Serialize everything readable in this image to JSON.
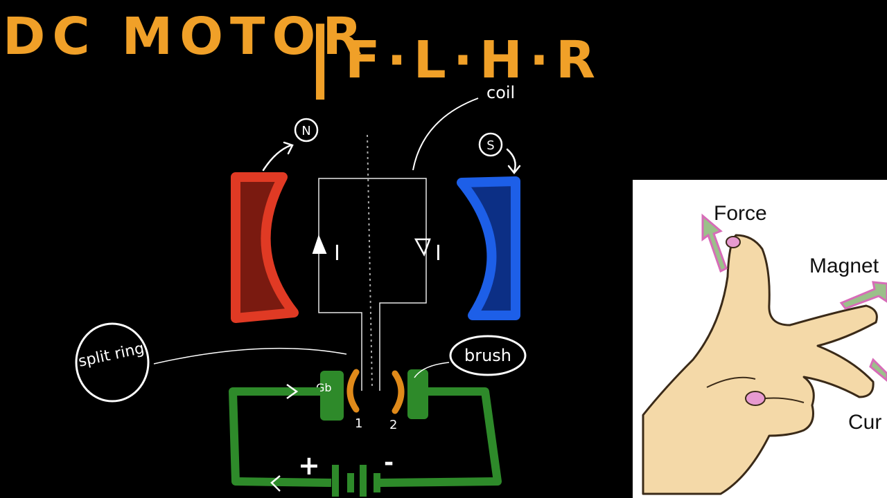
{
  "title": {
    "left": "DC MOTOR",
    "separator": "|",
    "right": "F·L·H·R",
    "color": "#f0a028"
  },
  "labels": {
    "north": "N",
    "south": "S",
    "coil": "coil",
    "split_ring": "split ring",
    "brush": "brush",
    "current_left": "I",
    "current_right": "I",
    "terminal_left": "Gb",
    "terminal_1": "1",
    "terminal_2": "2",
    "plus": "+",
    "minus": "-"
  },
  "colors": {
    "north_magnet": "#e03a24",
    "south_magnet": "#1d5fe8",
    "circuit": "#2e8a2a",
    "split_ring": "#e08a1a",
    "annotation": "#ffffff"
  },
  "flhr_inset": {
    "force": "Force",
    "magnetic": "Magnet",
    "current": "Cur"
  }
}
